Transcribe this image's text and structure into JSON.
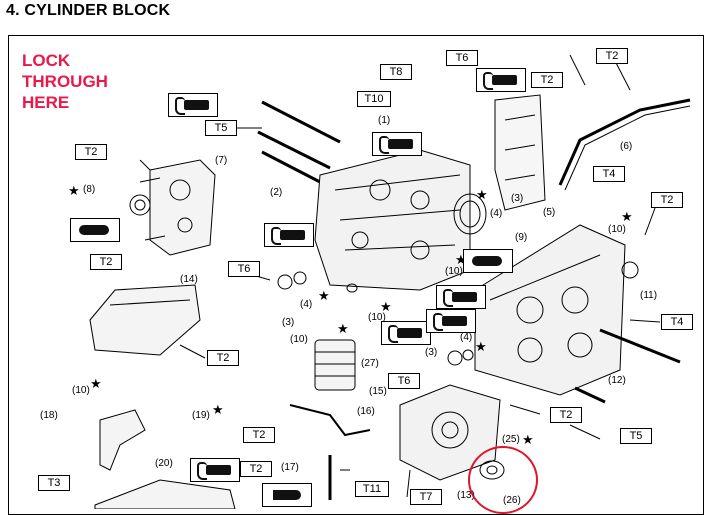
{
  "heading": "4.  CYLINDER BLOCK",
  "lock_note": [
    "LOCK",
    "THROUGH",
    "HERE"
  ],
  "colors": {
    "accent": "#e8194b",
    "highlight_circle": "#e0142c"
  },
  "torque_boxes": [
    "T2",
    "T5",
    "T2",
    "T8",
    "T10",
    "T6",
    "T2",
    "T2",
    "T2",
    "T4",
    "T2",
    "T6",
    "T4",
    "T2",
    "T6",
    "T2",
    "T5",
    "T2",
    "T3",
    "T2",
    "T11",
    "T7"
  ],
  "part_numbers": [
    "(7)",
    "(8)",
    "(1)",
    "(2)",
    "(3)",
    "(4)",
    "(5)",
    "(6)",
    "(9)",
    "(10)",
    "(11)",
    "(10)",
    "(4)",
    "(3)",
    "(10)",
    "(10)",
    "(27)",
    "(15)",
    "(3)",
    "(4)",
    "(12)",
    "(14)",
    "(10)",
    "(18)",
    "(19)",
    "(16)",
    "(25)",
    "(20)",
    "(17)",
    "(13)",
    "(26)"
  ],
  "icons": [
    "sealant-icon",
    "sealant-icon",
    "sealant-icon",
    "sealant-icon",
    "sealant-icon",
    "sealant-icon",
    "sealant-icon",
    "sealant-icon",
    "oil-icon",
    "oil-icon",
    "grease-icon"
  ]
}
